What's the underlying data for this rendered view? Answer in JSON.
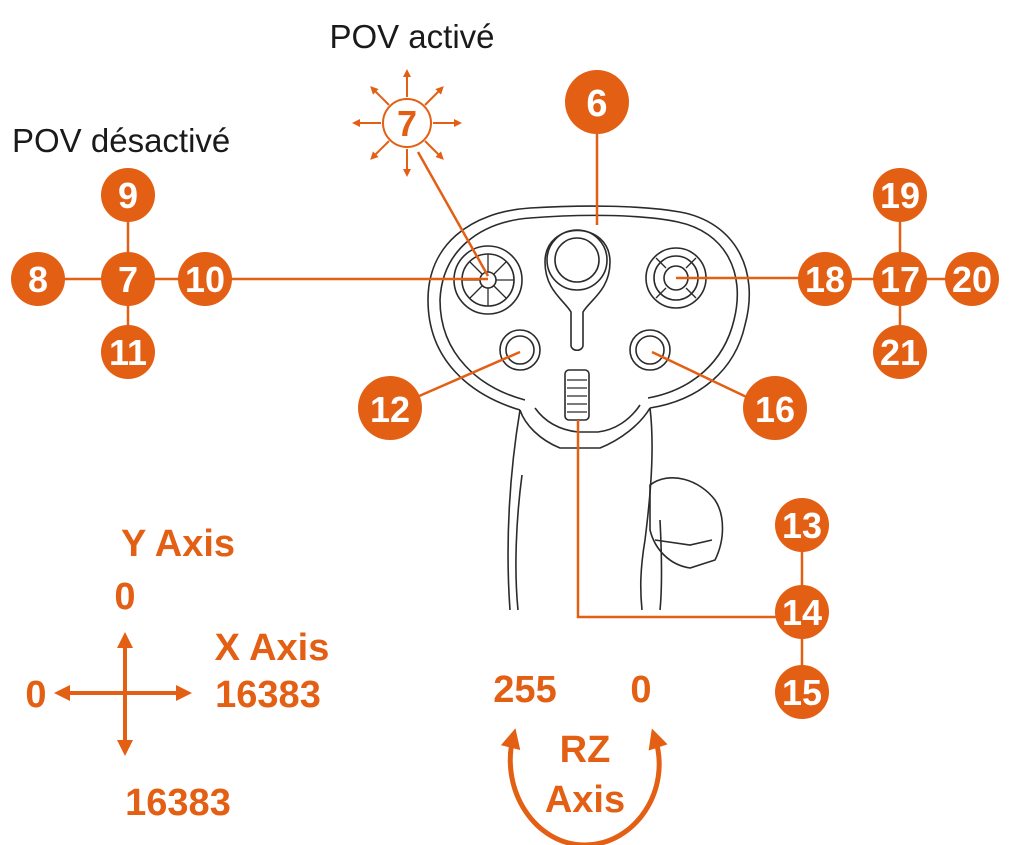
{
  "colors": {
    "accent": "#E35F13",
    "outline": "#2b2b2b",
    "text": "#1a1a1a"
  },
  "labels": {
    "pov_active": "POV activé",
    "pov_inactive": "POV désactivé"
  },
  "buttons": {
    "b6": "6",
    "b7_active": "7",
    "b7": "7",
    "b8": "8",
    "b9": "9",
    "b10": "10",
    "b11": "11",
    "b12": "12",
    "b13": "13",
    "b14": "14",
    "b15": "15",
    "b16": "16",
    "b17": "17",
    "b18": "18",
    "b19": "19",
    "b20": "20",
    "b21": "21"
  },
  "axes": {
    "y_title": "Y Axis",
    "y_top": "0",
    "y_bottom": "16383",
    "x_title": "X Axis",
    "x_left": "0",
    "x_right": "16383",
    "rz_left": "255",
    "rz_right": "0",
    "rz_title_line1": "RZ",
    "rz_title_line2": "Axis"
  }
}
